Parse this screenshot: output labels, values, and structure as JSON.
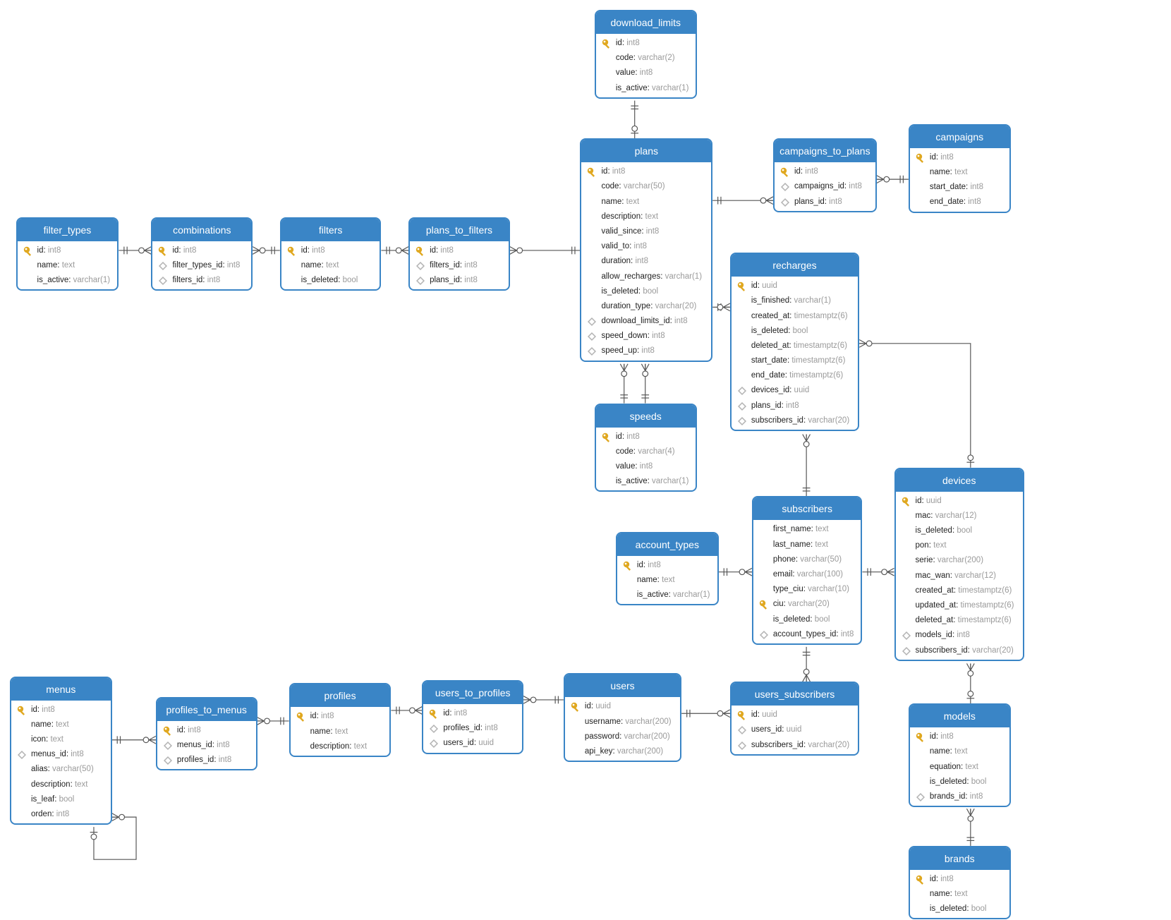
{
  "tables": [
    {
      "id": "download_limits",
      "title": "download_limits",
      "columns": [
        {
          "name": "id",
          "type": "int8",
          "icon": "key-icon"
        },
        {
          "name": "code",
          "type": "varchar(2)",
          "icon": ""
        },
        {
          "name": "value",
          "type": "int8",
          "icon": ""
        },
        {
          "name": "is_active",
          "type": "varchar(1)",
          "icon": ""
        }
      ]
    },
    {
      "id": "plans",
      "title": "plans",
      "columns": [
        {
          "name": "id",
          "type": "int8",
          "icon": "key-icon"
        },
        {
          "name": "code",
          "type": "varchar(50)",
          "icon": ""
        },
        {
          "name": "name",
          "type": "text",
          "icon": ""
        },
        {
          "name": "description",
          "type": "text",
          "icon": ""
        },
        {
          "name": "valid_since",
          "type": "int8",
          "icon": ""
        },
        {
          "name": "valid_to",
          "type": "int8",
          "icon": ""
        },
        {
          "name": "duration",
          "type": "int8",
          "icon": ""
        },
        {
          "name": "allow_recharges",
          "type": "varchar(1)",
          "icon": ""
        },
        {
          "name": "is_deleted",
          "type": "bool",
          "icon": ""
        },
        {
          "name": "duration_type",
          "type": "varchar(20)",
          "icon": ""
        },
        {
          "name": "download_limits_id",
          "type": "int8",
          "icon": "foreign-key-icon"
        },
        {
          "name": "speed_down",
          "type": "int8",
          "icon": "foreign-key-icon"
        },
        {
          "name": "speed_up",
          "type": "int8",
          "icon": "foreign-key-icon"
        }
      ]
    },
    {
      "id": "campaigns_to_plans",
      "title": "campaigns_to_plans",
      "columns": [
        {
          "name": "id",
          "type": "int8",
          "icon": "key-icon"
        },
        {
          "name": "campaigns_id",
          "type": "int8",
          "icon": "foreign-key-icon"
        },
        {
          "name": "plans_id",
          "type": "int8",
          "icon": "foreign-key-icon"
        }
      ]
    },
    {
      "id": "campaigns",
      "title": "campaigns",
      "columns": [
        {
          "name": "id",
          "type": "int8",
          "icon": "key-icon"
        },
        {
          "name": "name",
          "type": "text",
          "icon": ""
        },
        {
          "name": "start_date",
          "type": "int8",
          "icon": ""
        },
        {
          "name": "end_date",
          "type": "int8",
          "icon": ""
        }
      ]
    },
    {
      "id": "filter_types",
      "title": "filter_types",
      "columns": [
        {
          "name": "id",
          "type": "int8",
          "icon": "key-icon"
        },
        {
          "name": "name",
          "type": "text",
          "icon": ""
        },
        {
          "name": "is_active",
          "type": "varchar(1)",
          "icon": ""
        }
      ]
    },
    {
      "id": "combinations",
      "title": "combinations",
      "columns": [
        {
          "name": "id",
          "type": "int8",
          "icon": "key-icon"
        },
        {
          "name": "filter_types_id",
          "type": "int8",
          "icon": "foreign-key-icon"
        },
        {
          "name": "filters_id",
          "type": "int8",
          "icon": "foreign-key-icon"
        }
      ]
    },
    {
      "id": "filters",
      "title": "filters",
      "columns": [
        {
          "name": "id",
          "type": "int8",
          "icon": "key-icon"
        },
        {
          "name": "name",
          "type": "text",
          "icon": ""
        },
        {
          "name": "is_deleted",
          "type": "bool",
          "icon": ""
        }
      ]
    },
    {
      "id": "plans_to_filters",
      "title": "plans_to_filters",
      "columns": [
        {
          "name": "id",
          "type": "int8",
          "icon": "key-icon"
        },
        {
          "name": "filters_id",
          "type": "int8",
          "icon": "foreign-key-icon"
        },
        {
          "name": "plans_id",
          "type": "int8",
          "icon": "foreign-key-icon"
        }
      ]
    },
    {
      "id": "recharges",
      "title": "recharges",
      "columns": [
        {
          "name": "id",
          "type": "uuid",
          "icon": "key-icon"
        },
        {
          "name": "is_finished",
          "type": "varchar(1)",
          "icon": ""
        },
        {
          "name": "created_at",
          "type": "timestamptz(6)",
          "icon": ""
        },
        {
          "name": "is_deleted",
          "type": "bool",
          "icon": ""
        },
        {
          "name": "deleted_at",
          "type": "timestamptz(6)",
          "icon": ""
        },
        {
          "name": "start_date",
          "type": "timestamptz(6)",
          "icon": ""
        },
        {
          "name": "end_date",
          "type": "timestamptz(6)",
          "icon": ""
        },
        {
          "name": "devices_id",
          "type": "uuid",
          "icon": "foreign-key-icon"
        },
        {
          "name": "plans_id",
          "type": "int8",
          "icon": "foreign-key-icon"
        },
        {
          "name": "subscribers_id",
          "type": "varchar(20)",
          "icon": "foreign-key-icon"
        }
      ]
    },
    {
      "id": "speeds",
      "title": "speeds",
      "columns": [
        {
          "name": "id",
          "type": "int8",
          "icon": "key-icon"
        },
        {
          "name": "code",
          "type": "varchar(4)",
          "icon": ""
        },
        {
          "name": "value",
          "type": "int8",
          "icon": ""
        },
        {
          "name": "is_active",
          "type": "varchar(1)",
          "icon": ""
        }
      ]
    },
    {
      "id": "devices",
      "title": "devices",
      "columns": [
        {
          "name": "id",
          "type": "uuid",
          "icon": "key-icon"
        },
        {
          "name": "mac",
          "type": "varchar(12)",
          "icon": ""
        },
        {
          "name": "is_deleted",
          "type": "bool",
          "icon": ""
        },
        {
          "name": "pon",
          "type": "text",
          "icon": ""
        },
        {
          "name": "serie",
          "type": "varchar(200)",
          "icon": ""
        },
        {
          "name": "mac_wan",
          "type": "varchar(12)",
          "icon": ""
        },
        {
          "name": "created_at",
          "type": "timestamptz(6)",
          "icon": ""
        },
        {
          "name": "updated_at",
          "type": "timestamptz(6)",
          "icon": ""
        },
        {
          "name": "deleted_at",
          "type": "timestamptz(6)",
          "icon": ""
        },
        {
          "name": "models_id",
          "type": "int8",
          "icon": "foreign-key-icon"
        },
        {
          "name": "subscribers_id",
          "type": "varchar(20)",
          "icon": "foreign-key-icon"
        }
      ]
    },
    {
      "id": "subscribers",
      "title": "subscribers",
      "columns": [
        {
          "name": "first_name",
          "type": "text",
          "icon": ""
        },
        {
          "name": "last_name",
          "type": "text",
          "icon": ""
        },
        {
          "name": "phone",
          "type": "varchar(50)",
          "icon": ""
        },
        {
          "name": "email",
          "type": "varchar(100)",
          "icon": ""
        },
        {
          "name": "type_ciu",
          "type": "varchar(10)",
          "icon": ""
        },
        {
          "name": "ciu",
          "type": "varchar(20)",
          "icon": "key-icon"
        },
        {
          "name": "is_deleted",
          "type": "bool",
          "icon": ""
        },
        {
          "name": "account_types_id",
          "type": "int8",
          "icon": "foreign-key-icon"
        }
      ]
    },
    {
      "id": "account_types",
      "title": "account_types",
      "columns": [
        {
          "name": "id",
          "type": "int8",
          "icon": "key-icon"
        },
        {
          "name": "name",
          "type": "text",
          "icon": ""
        },
        {
          "name": "is_active",
          "type": "varchar(1)",
          "icon": ""
        }
      ]
    },
    {
      "id": "menus",
      "title": "menus",
      "columns": [
        {
          "name": "id",
          "type": "int8",
          "icon": "key-icon"
        },
        {
          "name": "name",
          "type": "text",
          "icon": ""
        },
        {
          "name": "icon",
          "type": "text",
          "icon": ""
        },
        {
          "name": "menus_id",
          "type": "int8",
          "icon": "foreign-key-icon"
        },
        {
          "name": "alias",
          "type": "varchar(50)",
          "icon": ""
        },
        {
          "name": "description",
          "type": "text",
          "icon": ""
        },
        {
          "name": "is_leaf",
          "type": "bool",
          "icon": ""
        },
        {
          "name": "orden",
          "type": "int8",
          "icon": ""
        }
      ]
    },
    {
      "id": "profiles_to_menus",
      "title": "profiles_to_menus",
      "columns": [
        {
          "name": "id",
          "type": "int8",
          "icon": "key-icon"
        },
        {
          "name": "menus_id",
          "type": "int8",
          "icon": "foreign-key-icon"
        },
        {
          "name": "profiles_id",
          "type": "int8",
          "icon": "foreign-key-icon"
        }
      ]
    },
    {
      "id": "profiles",
      "title": "profiles",
      "columns": [
        {
          "name": "id",
          "type": "int8",
          "icon": "key-icon"
        },
        {
          "name": "name",
          "type": "text",
          "icon": ""
        },
        {
          "name": "description",
          "type": "text",
          "icon": ""
        }
      ]
    },
    {
      "id": "users_to_profiles",
      "title": "users_to_profiles",
      "columns": [
        {
          "name": "id",
          "type": "int8",
          "icon": "key-icon"
        },
        {
          "name": "profiles_id",
          "type": "int8",
          "icon": "foreign-key-icon"
        },
        {
          "name": "users_id",
          "type": "uuid",
          "icon": "foreign-key-icon"
        }
      ]
    },
    {
      "id": "users",
      "title": "users",
      "columns": [
        {
          "name": "id",
          "type": "uuid",
          "icon": "key-icon"
        },
        {
          "name": "username",
          "type": "varchar(200)",
          "icon": ""
        },
        {
          "name": "password",
          "type": "varchar(200)",
          "icon": ""
        },
        {
          "name": "api_key",
          "type": "varchar(200)",
          "icon": ""
        }
      ]
    },
    {
      "id": "users_subscribers",
      "title": "users_subscribers",
      "columns": [
        {
          "name": "id",
          "type": "uuid",
          "icon": "key-icon"
        },
        {
          "name": "users_id",
          "type": "uuid",
          "icon": "foreign-key-icon"
        },
        {
          "name": "subscribers_id",
          "type": "varchar(20)",
          "icon": "foreign-key-icon"
        }
      ]
    },
    {
      "id": "models",
      "title": "models",
      "columns": [
        {
          "name": "id",
          "type": "int8",
          "icon": "key-icon"
        },
        {
          "name": "name",
          "type": "text",
          "icon": ""
        },
        {
          "name": "equation",
          "type": "text",
          "icon": ""
        },
        {
          "name": "is_deleted",
          "type": "bool",
          "icon": ""
        },
        {
          "name": "brands_id",
          "type": "int8",
          "icon": "foreign-key-icon"
        }
      ]
    },
    {
      "id": "brands",
      "title": "brands",
      "columns": [
        {
          "name": "id",
          "type": "int8",
          "icon": "key-icon"
        },
        {
          "name": "name",
          "type": "text",
          "icon": ""
        },
        {
          "name": "is_deleted",
          "type": "bool",
          "icon": ""
        }
      ]
    }
  ],
  "relationships": [
    {
      "id": "download_limits-plans",
      "from": "download_limits",
      "to": "plans",
      "from_end": "one-only",
      "to_end": "zero-or-one"
    },
    {
      "id": "plans-campaigns_to_plans",
      "from": "plans",
      "to": "campaigns_to_plans",
      "from_end": "one-only",
      "to_end": "zero-or-many"
    },
    {
      "id": "campaigns_to_plans-campaigns",
      "from": "campaigns_to_plans",
      "to": "campaigns",
      "from_end": "zero-or-many",
      "to_end": "one-only"
    },
    {
      "id": "filter_types-combinations",
      "from": "filter_types",
      "to": "combinations",
      "from_end": "one-only",
      "to_end": "zero-or-many"
    },
    {
      "id": "combinations-filters",
      "from": "combinations",
      "to": "filters",
      "from_end": "zero-or-many",
      "to_end": "one-only"
    },
    {
      "id": "filters-plans_to_filters",
      "from": "filters",
      "to": "plans_to_filters",
      "from_end": "one-only",
      "to_end": "zero-or-many"
    },
    {
      "id": "plans_to_filters-plans",
      "from": "plans_to_filters",
      "to": "plans",
      "from_end": "zero-or-many",
      "to_end": "one-only"
    },
    {
      "id": "plans-recharges",
      "from": "plans",
      "to": "recharges",
      "from_end": "one-only",
      "to_end": "zero-or-many"
    },
    {
      "id": "plans-speeds-down",
      "from": "plans",
      "to": "speeds",
      "from_end": "zero-or-many",
      "to_end": "one-only"
    },
    {
      "id": "plans-speeds-up",
      "from": "plans",
      "to": "speeds",
      "from_end": "zero-or-many",
      "to_end": "one-only"
    },
    {
      "id": "recharges-devices",
      "from": "recharges",
      "to": "devices",
      "from_end": "zero-or-many",
      "to_end": "zero-or-one"
    },
    {
      "id": "recharges-subscribers",
      "from": "recharges",
      "to": "subscribers",
      "from_end": "zero-or-many",
      "to_end": "one-only"
    },
    {
      "id": "account_types-subscribers",
      "from": "account_types",
      "to": "subscribers",
      "from_end": "one-only",
      "to_end": "zero-or-many"
    },
    {
      "id": "subscribers-devices",
      "from": "subscribers",
      "to": "devices",
      "from_end": "one-only",
      "to_end": "zero-or-many"
    },
    {
      "id": "subscribers-users_subscribers",
      "from": "subscribers",
      "to": "users_subscribers",
      "from_end": "one-only",
      "to_end": "zero-or-many"
    },
    {
      "id": "devices-models",
      "from": "devices",
      "to": "models",
      "from_end": "zero-or-many",
      "to_end": "zero-or-one"
    },
    {
      "id": "models-brands",
      "from": "models",
      "to": "brands",
      "from_end": "zero-or-many",
      "to_end": "one-only"
    },
    {
      "id": "menus-profiles_to_menus",
      "from": "menus",
      "to": "profiles_to_menus",
      "from_end": "one-only",
      "to_end": "zero-or-many"
    },
    {
      "id": "profiles_to_menus-profiles",
      "from": "profiles_to_menus",
      "to": "profiles",
      "from_end": "zero-or-many",
      "to_end": "one-only"
    },
    {
      "id": "profiles-users_to_profiles",
      "from": "profiles",
      "to": "users_to_profiles",
      "from_end": "one-only",
      "to_end": "zero-or-many"
    },
    {
      "id": "users_to_profiles-users",
      "from": "users_to_profiles",
      "to": "users",
      "from_end": "zero-or-many",
      "to_end": "one-only"
    },
    {
      "id": "users-users_subscribers",
      "from": "users",
      "to": "users_subscribers",
      "from_end": "one-only",
      "to_end": "zero-or-many"
    },
    {
      "id": "menus-menus",
      "from": "menus",
      "to": "menus",
      "from_end": "zero-or-many",
      "to_end": "zero-or-one"
    }
  ],
  "colors": {
    "header": "#3a85c6",
    "border": "#3a85c6",
    "line": "#555555",
    "key": "#e0a820",
    "fk": "#b4b4b4",
    "type": "#9a9a9a"
  }
}
